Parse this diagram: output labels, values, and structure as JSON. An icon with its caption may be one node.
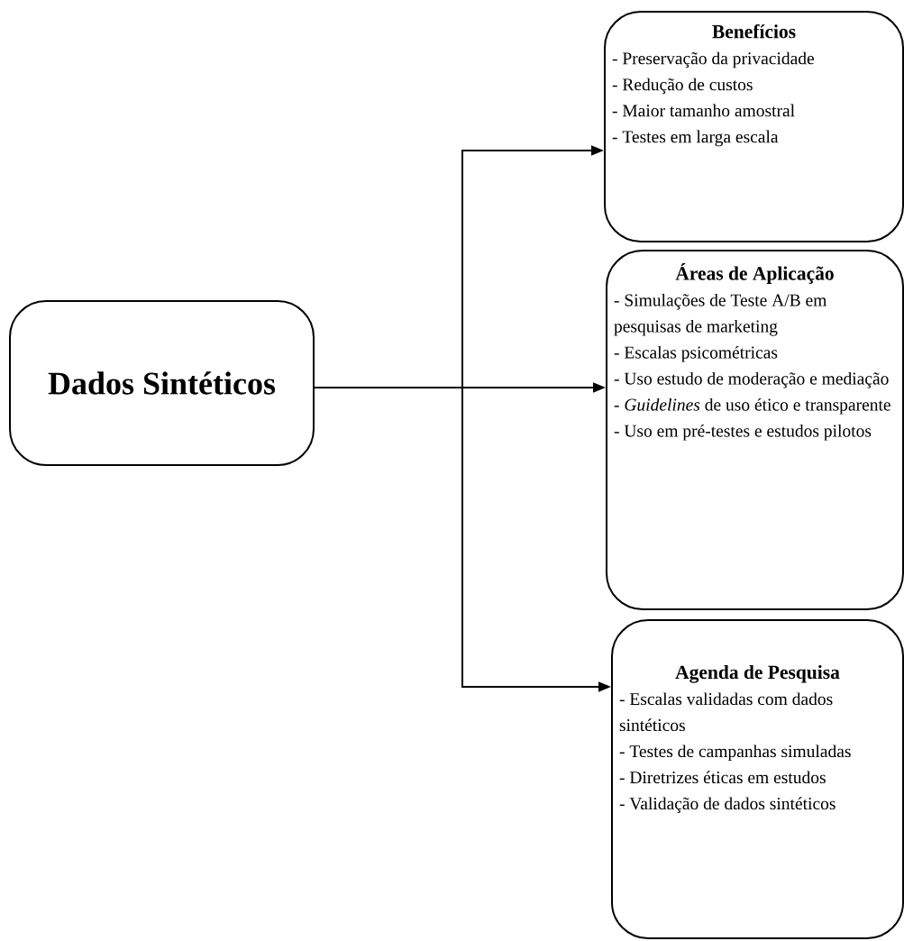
{
  "diagram": {
    "nodes": [
      {
        "text": [
          "Dados Sintéticos"
        ]
      },
      {
        "text": [
          "Benefícios",
          "- Preservação da privacidade",
          "- Redução de custos",
          "- Maior tamanho amostral",
          "- Testes em larga escala"
        ]
      },
      {
        "text": [
          "Áreas de Aplicação",
          "- Simulações de Teste A/B em pesquisas de marketing",
          "- Escalas psicométricas",
          "- Uso estudo de moderação e mediação",
          "- *Guidelines* de uso ético e transparente",
          "- Uso em pré-testes e estudos pilotos"
        ]
      },
      {
        "text": [
          "Agenda de Pesquisa",
          "- Escalas validadas com dados sintéticos",
          "- Testes de campanhas simuladas",
          "- Diretrizes éticas em estudos",
          "- Validação de dados sintéticos"
        ]
      }
    ],
    "edges": [
      {
        "from": 0,
        "to": 1,
        "arrow": "to"
      },
      {
        "from": 0,
        "to": 2,
        "arrow": "to"
      },
      {
        "from": 0,
        "to": 3,
        "arrow": "to"
      }
    ]
  }
}
